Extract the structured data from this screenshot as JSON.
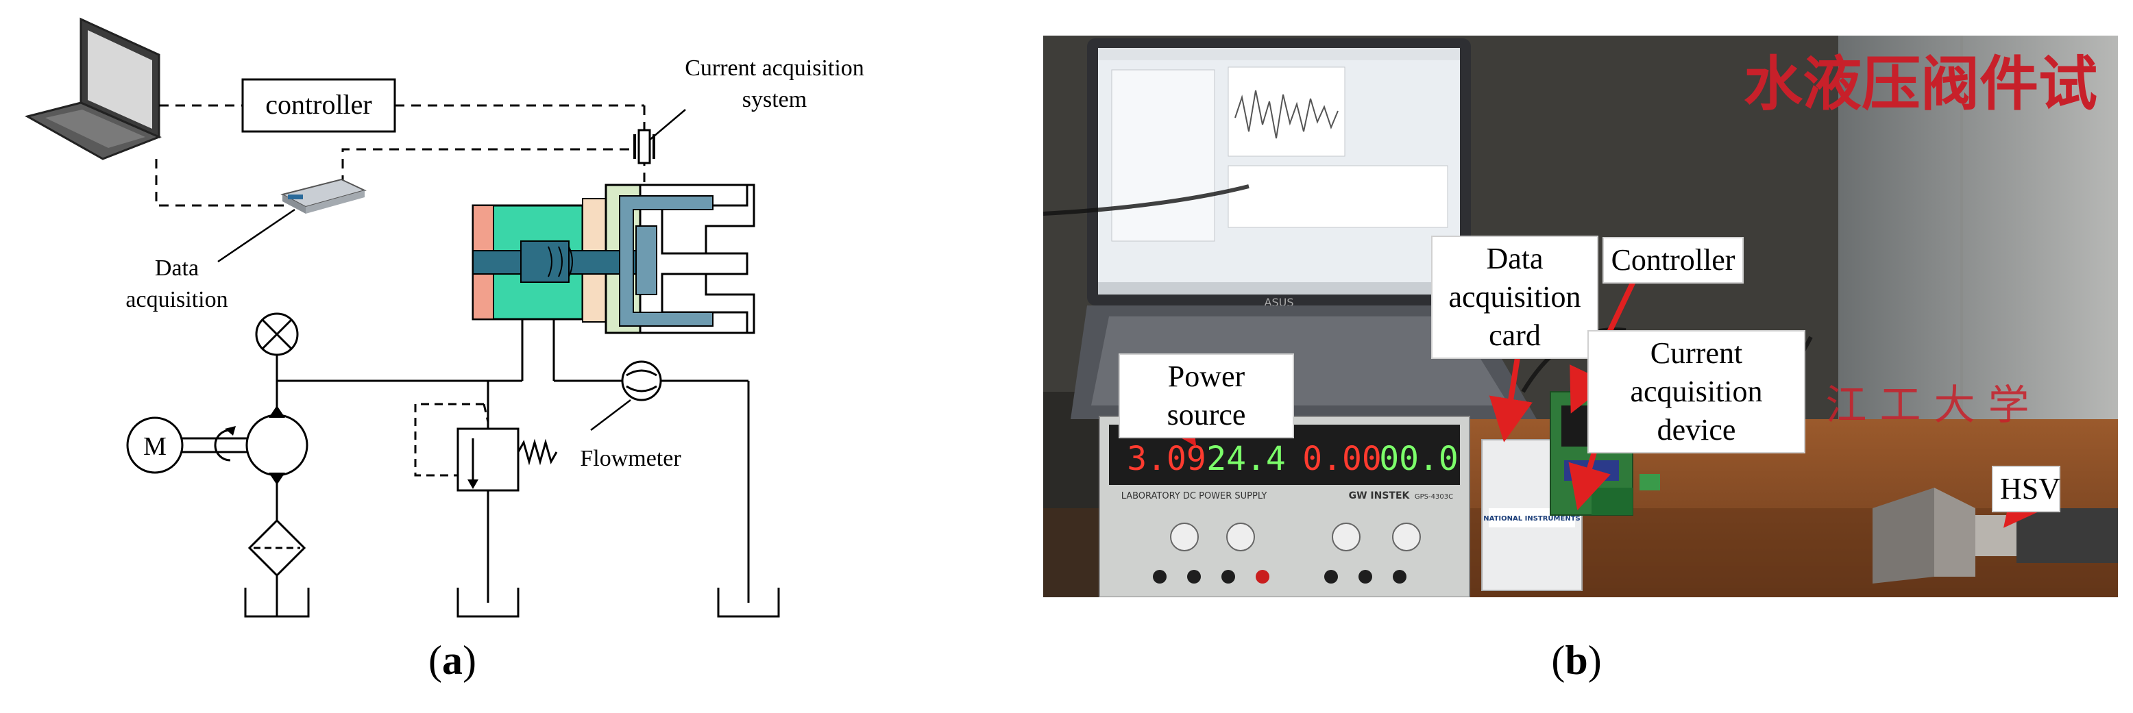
{
  "panel_a": {
    "caption_letter": "a",
    "labels": {
      "controller": "controller",
      "current_acquisition_line1": "Current acquisition",
      "current_acquisition_line2": "system",
      "data_acquisition_line1": "Data",
      "data_acquisition_line2": "acquisition",
      "motor": "M",
      "flowmeter": "Flowmeter"
    },
    "colors": {
      "valve_teal": "#3ad6a8",
      "valve_spool": "#2d6e85",
      "valve_pink": "#f2a08c",
      "valve_peach": "#f7dcc0",
      "valve_green_light": "#d9ebc8",
      "armature": "#6e9bb0",
      "line": "#000000"
    }
  },
  "panel_b": {
    "caption_letter": "b",
    "callouts": {
      "power_source": "Power source",
      "data_card_line1": "Data",
      "data_card_line2": "acquisition card",
      "controller": "Controller",
      "current_device_line1": "Current acquisition",
      "current_device_line2": "device",
      "hsv": "HSV"
    },
    "photo_text": {
      "wall_chars": "水液压阀件试",
      "lower_chars": "江 工 大 学",
      "laptop_brand": "ASUS",
      "psu_display_1": "3.09",
      "psu_display_2": "24.4",
      "psu_display_3": "0.00",
      "psu_display_4": "00.0",
      "psu_label": "LABORATORY DC POWER SUPPLY",
      "psu_brand": "GW INSTEK",
      "psu_model": "GPS-4303C",
      "daq_brand": "NATIONAL INSTRUMENTS"
    },
    "colors": {
      "arrow": "#e02020",
      "display_red": "#ff3b2f",
      "display_green": "#7cff6a",
      "wall_text": "#c8202a"
    }
  }
}
